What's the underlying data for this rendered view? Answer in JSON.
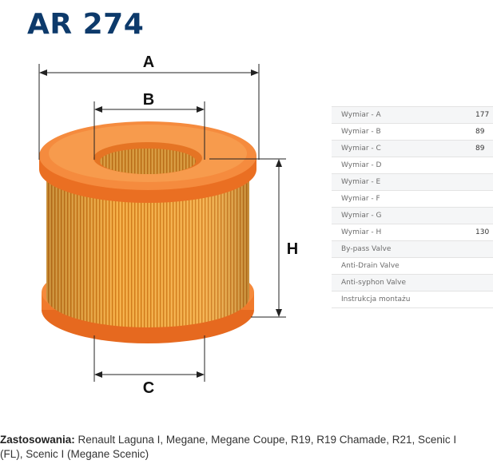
{
  "title": "AR 274",
  "dimension_labels": {
    "a": "A",
    "b": "B",
    "c": "C",
    "h": "H"
  },
  "specs": [
    {
      "label": "Wymiar - A",
      "value": "177"
    },
    {
      "label": "Wymiar - B",
      "value": "89"
    },
    {
      "label": "Wymiar - C",
      "value": "89"
    },
    {
      "label": "Wymiar - D",
      "value": ""
    },
    {
      "label": "Wymiar - E",
      "value": ""
    },
    {
      "label": "Wymiar - F",
      "value": ""
    },
    {
      "label": "Wymiar - G",
      "value": ""
    },
    {
      "label": "Wymiar - H",
      "value": "130"
    },
    {
      "label": "By-pass Valve",
      "value": ""
    },
    {
      "label": "Anti-Drain Valve",
      "value": ""
    },
    {
      "label": "Anti-syphon Valve",
      "value": ""
    },
    {
      "label": "Instrukcja montażu",
      "value": ""
    }
  ],
  "usage": {
    "label": "Zastosowania:",
    "text": " Renault Laguna I, Megane, Megane Coupe, R19, R19 Chamade, R21, Scenic I (FL), Scenic I (Megane Scenic)"
  },
  "colors": {
    "title": "#0d3a6b",
    "filter_body": "#f2a33a",
    "filter_cap": "#f07a2c"
  }
}
